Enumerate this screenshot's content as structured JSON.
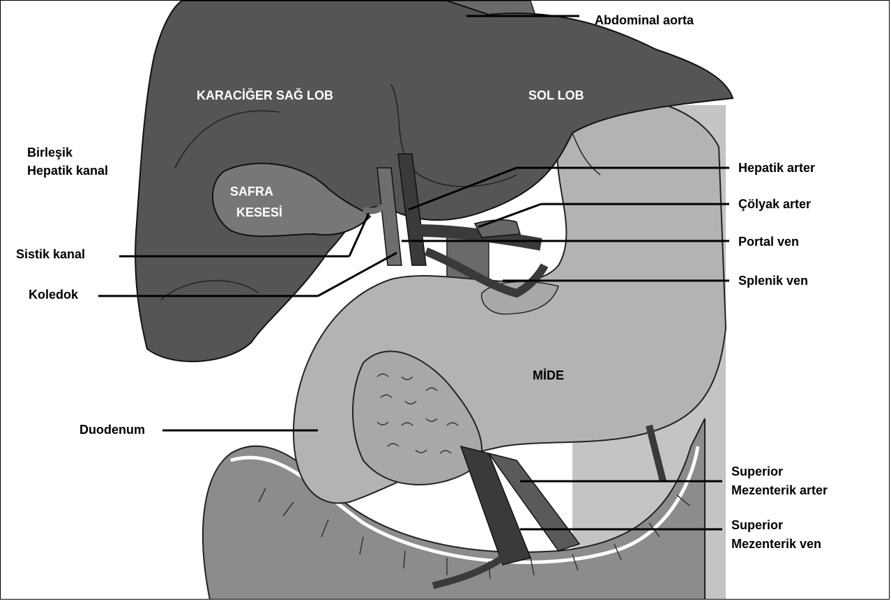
{
  "labels": {
    "abdominal_aorta": "Abdominal aorta",
    "karaciger_sag_lob": "KARACİĞER  SAĞ LOB",
    "sol_lob": "SOL LOB",
    "birlesik": "Birleşik",
    "hepatik_kanal": "Hepatik kanal",
    "safra": "SAFRA",
    "kesesi": "KESESİ",
    "hepatik_arter": "Hepatik arter",
    "colyak_arter": "Çölyak arter",
    "portal_ven": "Portal ven",
    "splenik_ven": "Splenik ven",
    "sistik_kanal": "Sistik kanal",
    "koledok": "Koledok",
    "mide": "MİDE",
    "duodenum": "Duodenum",
    "sup_mez_arter_1": "Superior",
    "sup_mez_arter_2": "Mezenterik arter",
    "sup_mez_ven_1": "Superior",
    "sup_mez_ven_2": "Mezenterik ven"
  },
  "colors": {
    "liver": "#555555",
    "gallbladder": "#777777",
    "stomach": "#b3b3b3",
    "vessels": "#3a3a3a",
    "colon": "#8c8c8c",
    "pancreas": "#a8a8a8",
    "leader_lines": "#000000"
  }
}
